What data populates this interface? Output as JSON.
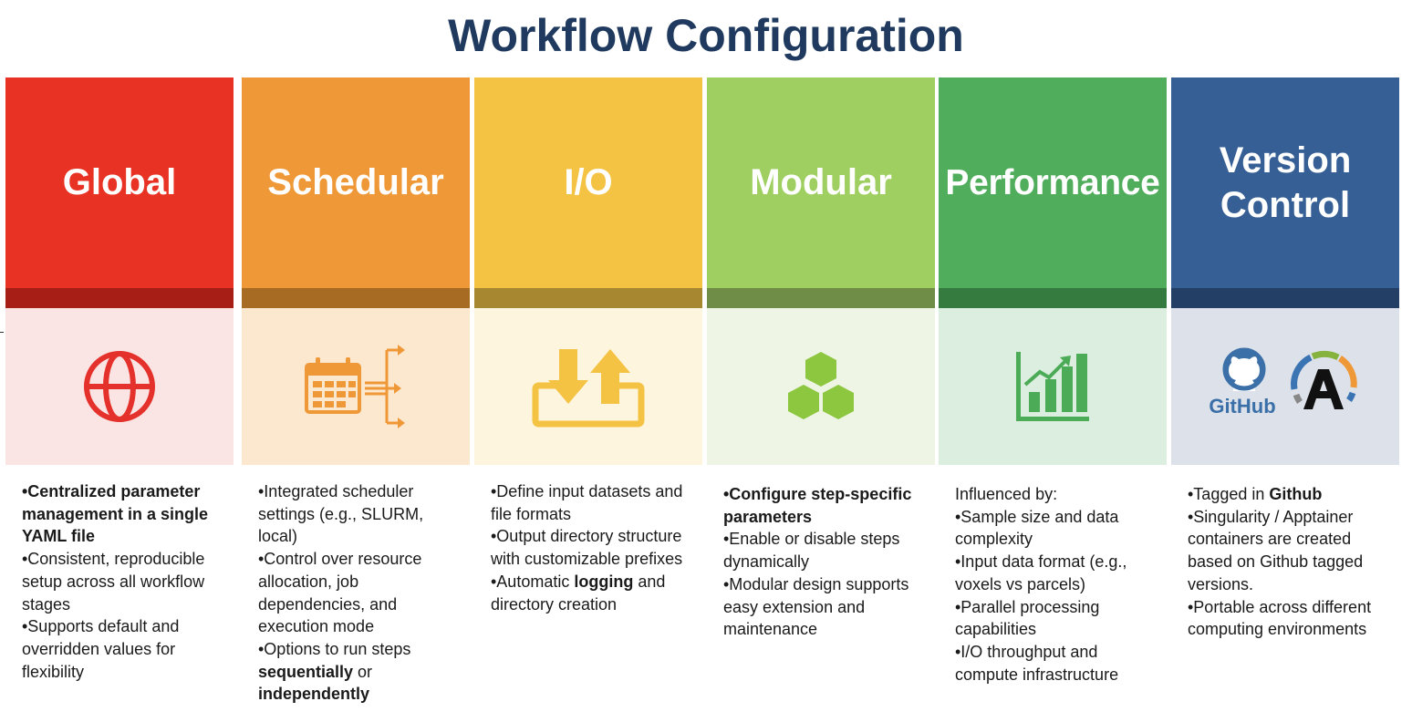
{
  "title": "Workflow Configuration",
  "columns": [
    {
      "id": "global",
      "heading": "Global",
      "colors": {
        "header": "#e83224",
        "band": "#a61e15",
        "icon_bg": "#fbe5e4",
        "icon": "#e4312b"
      },
      "icon": "globe-icon",
      "bullets": [
        [
          {
            "b": true,
            "t": "•Centralized parameter management in a single YAML file"
          }
        ],
        [
          {
            "t": "•Consistent, reproducible setup across all workflow stages"
          }
        ],
        [
          {
            "t": "•Supports default and overridden values for flexibility"
          }
        ]
      ]
    },
    {
      "id": "schedular",
      "heading": "Schedular",
      "colors": {
        "header": "#ef9837",
        "band": "#a86b24",
        "icon_bg": "#fce8cf",
        "icon": "#ef9837"
      },
      "icon": "calendar-arrows-icon",
      "bullets": [
        [
          {
            "t": "•Integrated scheduler settings (e.g., SLURM, local)"
          }
        ],
        [
          {
            "t": "•Control over resource allocation, job dependencies, and execution mode"
          }
        ],
        [
          {
            "t": "•Options to run steps "
          },
          {
            "b": true,
            "t": "sequentially"
          },
          {
            "t": " or "
          },
          {
            "b": true,
            "t": "independently"
          }
        ]
      ]
    },
    {
      "id": "io",
      "heading": "I/O",
      "colors": {
        "header": "#f5c343",
        "band": "#a88731",
        "icon_bg": "#fdf5dd",
        "icon": "#f5c343"
      },
      "icon": "upload-download-icon",
      "bullets": [
        [
          {
            "t": "•Define input datasets and file formats"
          }
        ],
        [
          {
            "t": "•Output directory structure with customizable prefixes"
          }
        ],
        [
          {
            "t": "•Automatic "
          },
          {
            "b": true,
            "t": "logging"
          },
          {
            "t": " and directory creation"
          }
        ]
      ]
    },
    {
      "id": "modular",
      "heading": "Modular",
      "colors": {
        "header": "#9fcf61",
        "band": "#6f8d46",
        "icon_bg": "#eef5e4",
        "icon": "#8dc63f"
      },
      "icon": "hexagons-icon",
      "bullets": [
        [
          {
            "b": true,
            "t": "•Configure step-specific parameters"
          }
        ],
        [
          {
            "t": "•Enable or disable steps dynamically"
          }
        ],
        [
          {
            "t": "•Modular design supports easy extension and maintenance"
          }
        ]
      ]
    },
    {
      "id": "performance",
      "heading": "Performance",
      "colors": {
        "header": "#4fad5b",
        "band": "#357a3f",
        "icon_bg": "#dceedf",
        "icon": "#4cab56"
      },
      "icon": "chart-up-icon",
      "bullets": [
        [
          {
            "t": "Influenced by:"
          }
        ],
        [
          {
            "t": "•Sample size and data complexity"
          }
        ],
        [
          {
            "t": "•Input data format (e.g., voxels vs parcels)"
          }
        ],
        [
          {
            "t": "•Parallel processing capabilities"
          }
        ],
        [
          {
            "t": "•I/O throughput and compute infrastructure"
          }
        ]
      ]
    },
    {
      "id": "version-control",
      "heading": "Version\nControl",
      "colors": {
        "header": "#365f95",
        "band": "#233f66",
        "icon_bg": "#dde2ea",
        "icon": "#3b6fa8"
      },
      "icon": "github-apptainer-icon",
      "logo_text": "GitHub",
      "bullets": [
        [
          {
            "t": "•Tagged in "
          },
          {
            "b": true,
            "t": "Github"
          }
        ],
        [
          {
            "t": "•Singularity / Apptainer containers are created based on Github tagged versions."
          }
        ],
        [
          {
            "t": "•Portable across different computing environments"
          }
        ]
      ]
    }
  ]
}
